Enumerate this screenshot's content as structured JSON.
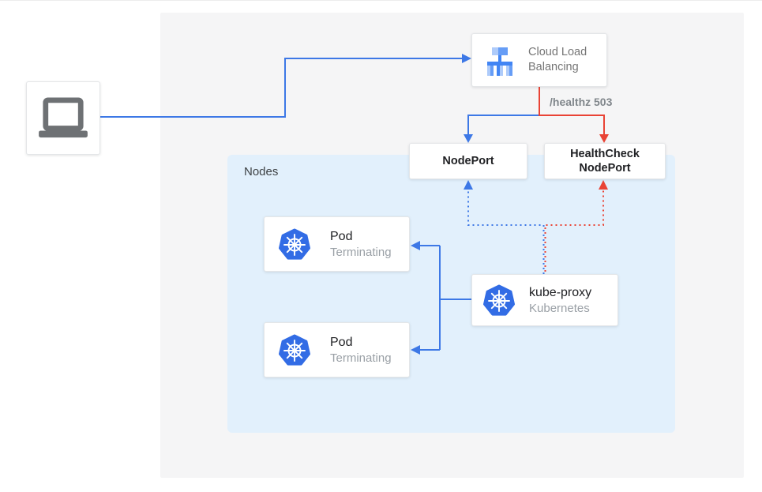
{
  "diagram": {
    "labels": {
      "nodes_panel": "Nodes",
      "healthz": "/healthz 503"
    },
    "boxes": {
      "cloud_load_balancing": {
        "title": "Cloud Load Balancing"
      },
      "nodeport": {
        "title": "NodePort"
      },
      "healthcheck_nodeport": {
        "title": "HealthCheck NodePort"
      },
      "kube_proxy": {
        "title": "kube-proxy",
        "subtitle": "Kubernetes"
      },
      "pods": [
        {
          "title": "Pod",
          "subtitle": "Terminating"
        },
        {
          "title": "Pod",
          "subtitle": "Terminating"
        }
      ]
    },
    "colors": {
      "blue_line": "#3d78e6",
      "red_line": "#e94335",
      "panel_gray": "#f5f5f6",
      "panel_blue": "#e2f0fc",
      "kubernetes_blue": "#326ce5",
      "icon_blue_light": "#aecbfa",
      "icon_blue_mid": "#669df6",
      "icon_blue_dark": "#4285f4",
      "laptop_gray": "#6e7174"
    }
  }
}
